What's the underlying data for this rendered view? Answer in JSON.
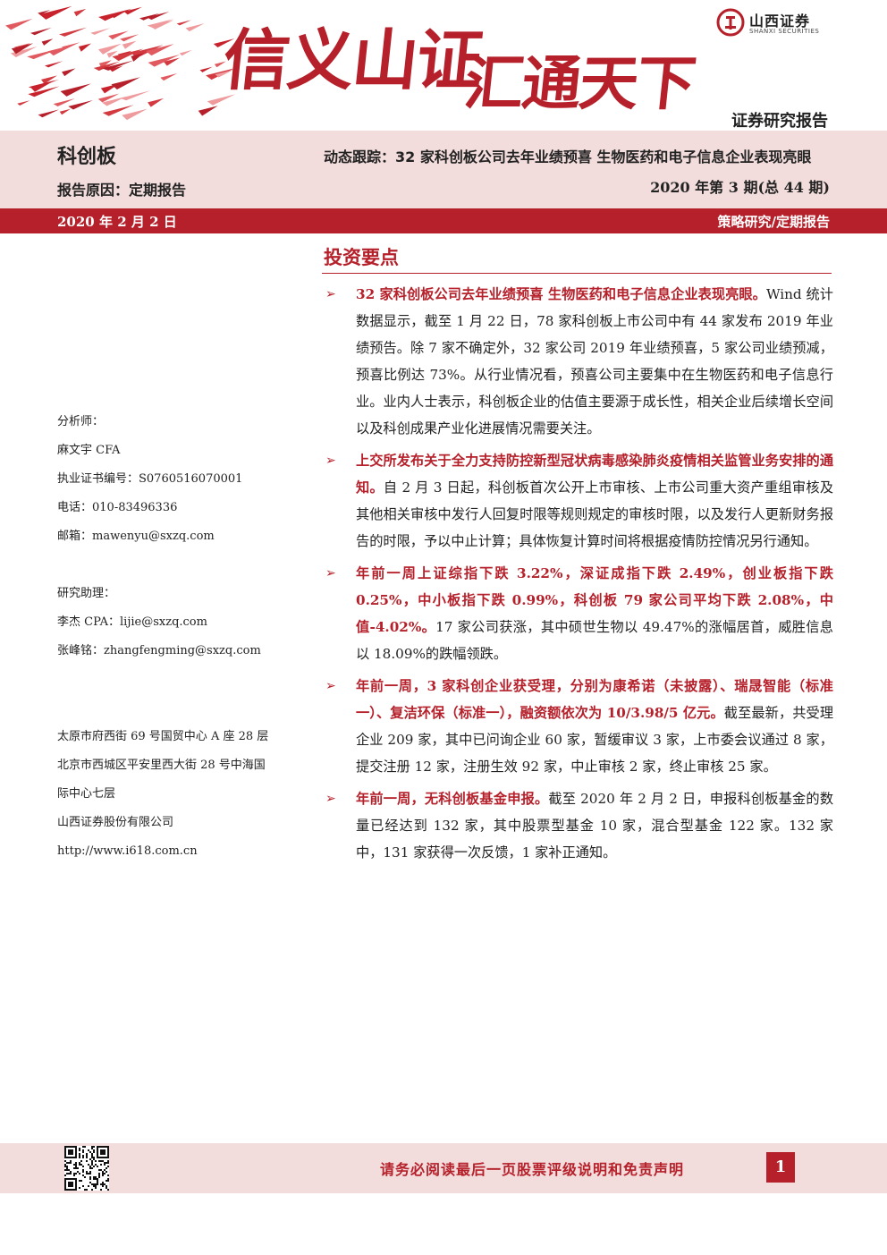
{
  "banner": {
    "slogan_left": "信义山证",
    "slogan_right": "汇通天下",
    "logo_name": "山西证券",
    "logo_en": "SHANXI SECURITIES",
    "report_type": "证券研究报告",
    "accent_color": "#b5202a",
    "band_color": "#f2dcdc"
  },
  "header": {
    "sector": "科创板",
    "report_reason": "报告原因：定期报告",
    "title": "动态跟踪：32 家科创板公司去年业绩预喜 生物医药和电子信息企业表现亮眼",
    "issue": "2020 年第 3 期(总 44 期)",
    "date": "2020 年 2 月 2 日",
    "category": "策略研究/定期报告"
  },
  "section_title": "投资要点",
  "bullets": [
    {
      "highlight": "32 家科创板公司去年业绩预喜 生物医药和电子信息企业表现亮眼。",
      "text": "Wind 统计数据显示，截至 1 月 22 日，78 家科创板上市公司中有 44 家发布 2019 年业绩预告。除 7 家不确定外，32 家公司 2019 年业绩预喜，5 家公司业绩预减，预喜比例达 73%。从行业情况看，预喜公司主要集中在生物医药和电子信息行业。业内人士表示，科创板企业的估值主要源于成长性，相关企业后续增长空间以及科创成果产业化进展情况需要关注。"
    },
    {
      "highlight": "上交所发布关于全力支持防控新型冠状病毒感染肺炎疫情相关监管业务安排的通知。",
      "text": "自 2 月 3 日起，科创板首次公开上市审核、上市公司重大资产重组审核及其他相关审核中发行人回复时限等规则规定的审核时限，以及发行人更新财务报告的时限，予以中止计算；具体恢复计算时间将根据疫情防控情况另行通知。"
    },
    {
      "highlight": "年前一周上证综指下跌 3.22%，深证成指下跌 2.49%，创业板指下跌 0.25%，中小板指下跌 0.99%，科创板 79 家公司平均下跌 2.08%，中值-4.02%。",
      "text": "17 家公司获涨，其中硕世生物以 49.47%的涨幅居首，威胜信息以 18.09%的跌幅领跌。"
    },
    {
      "highlight": "年前一周，3 家科创企业获受理，分别为康希诺（未披露）、瑞晟智能（标准一）、复洁环保（标准一），融资额依次为 10/3.98/5 亿元。",
      "text": "截至最新，共受理企业 209 家，其中已问询企业 60 家，暂缓审议 3 家，上市委会议通过 8 家，提交注册 12 家，注册生效 92 家，中止审核 2 家，终止审核 25 家。"
    },
    {
      "highlight": "年前一周，无科创板基金申报。",
      "text": "截至 2020 年 2 月 2 日，申报科创板基金的数量已经达到 132 家，其中股票型基金 10 家，混合型基金 122 家。132 家中，131 家获得一次反馈，1 家补正通知。"
    }
  ],
  "analyst": {
    "label": "分析师：",
    "name": "麻文宇  CFA",
    "cert": "执业证书编号：S0760516070001",
    "phone": "电话：010-83496336",
    "email": "邮箱：mawenyu@sxzq.com"
  },
  "assistants": {
    "label": "研究助理：",
    "a1": "李杰  CPA：lijie@sxzq.com",
    "a2": "张峰铭：zhangfengming@sxzq.com"
  },
  "address": {
    "line1": "太原市府西街 69 号国贸中心 A 座 28 层",
    "line2": "北京市西城区平安里西大街 28 号中海国",
    "line3": "际中心七层",
    "company": "山西证券股份有限公司",
    "website": "http://www.i618.com.cn"
  },
  "footer": {
    "disclaimer": "请务必阅读最后一页股票评级说明和免责声明",
    "page": "1"
  }
}
